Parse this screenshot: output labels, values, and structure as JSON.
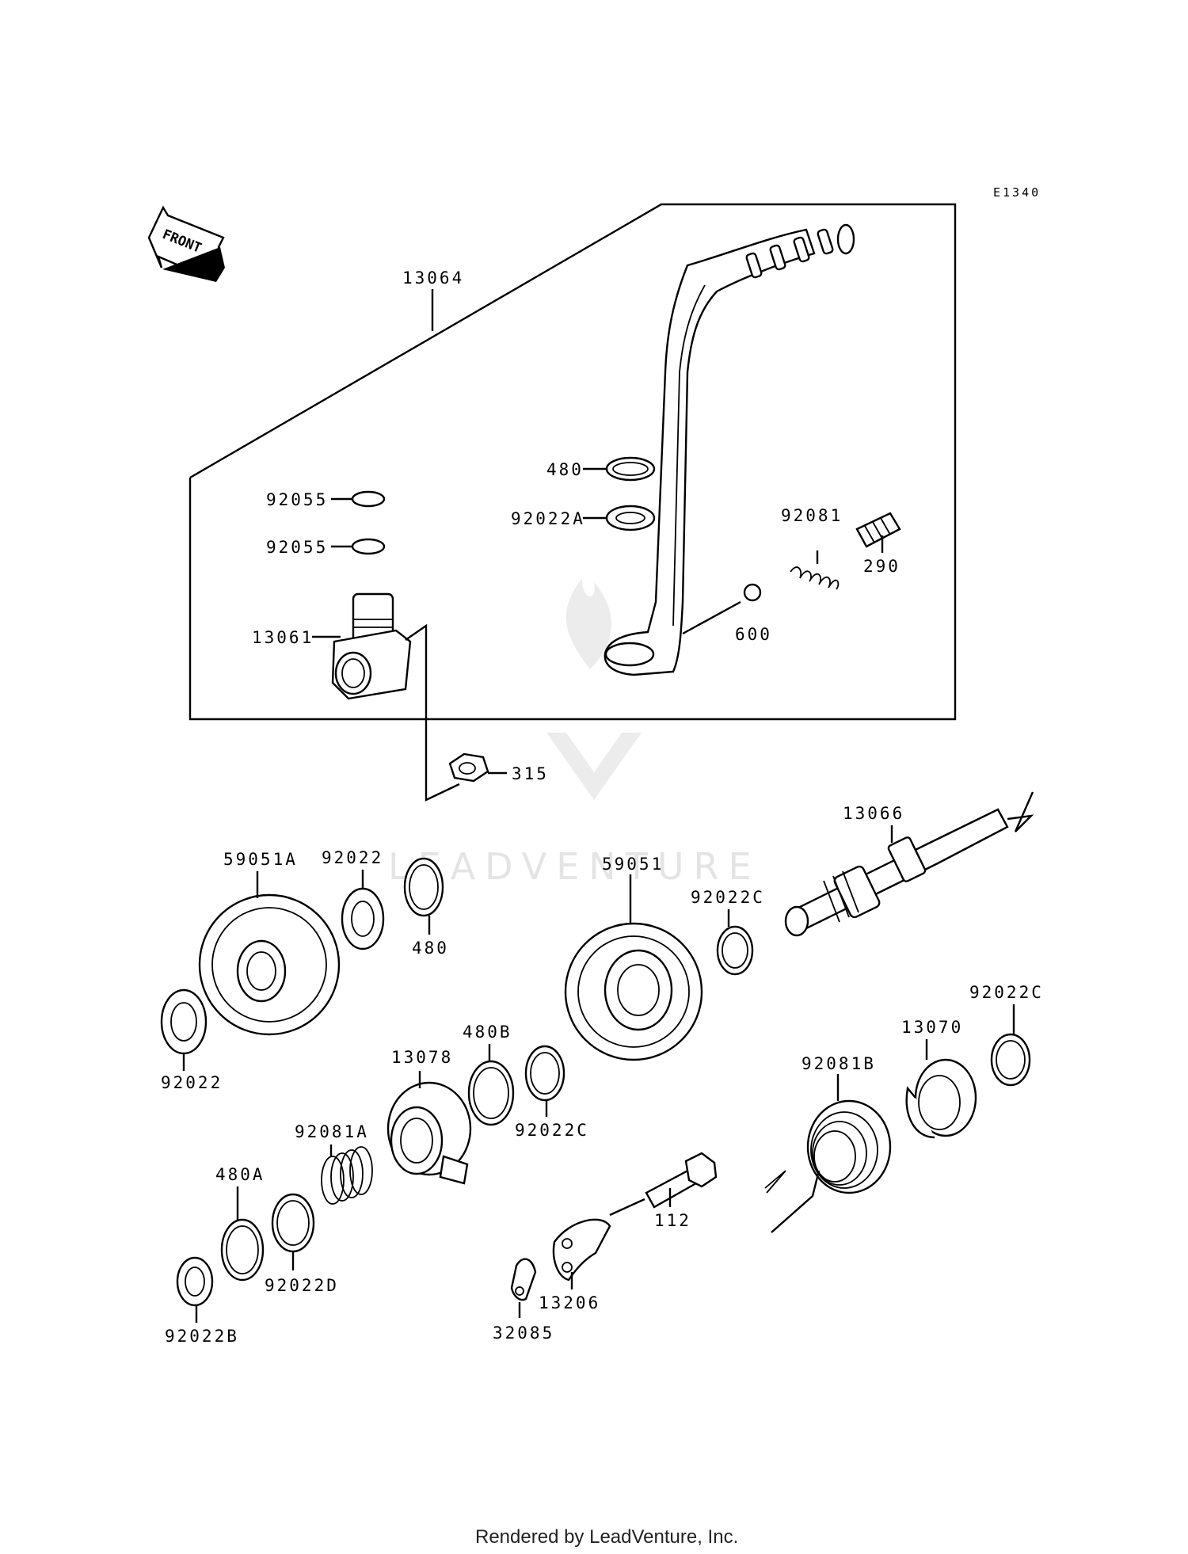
{
  "diagram": {
    "code": "E1340",
    "front_label": "FRONT",
    "watermark": "LEADVENTURE",
    "footer": "Rendered by LeadVenture, Inc.",
    "labels": {
      "p13064": "13064",
      "p480_top": "480",
      "p92022A": "92022A",
      "p92055_a": "92055",
      "p92055_b": "92055",
      "p92081": "92081",
      "p290": "290",
      "p600": "600",
      "p13061": "13061",
      "p315": "315",
      "p13066": "13066",
      "p59051A": "59051A",
      "p92022_top": "92022",
      "p480_mid": "480",
      "p59051": "59051",
      "p92022C_a": "92022C",
      "p92022_left": "92022",
      "p480B": "480B",
      "p92022C_b": "92022C",
      "p13078": "13078",
      "p92081A": "92081A",
      "p480A": "480A",
      "p92022D": "92022D",
      "p92022B": "92022B",
      "p112": "112",
      "p13206": "13206",
      "p32085": "32085",
      "p92081B": "92081B",
      "p13070": "13070",
      "p92022C_c": "92022C"
    }
  }
}
